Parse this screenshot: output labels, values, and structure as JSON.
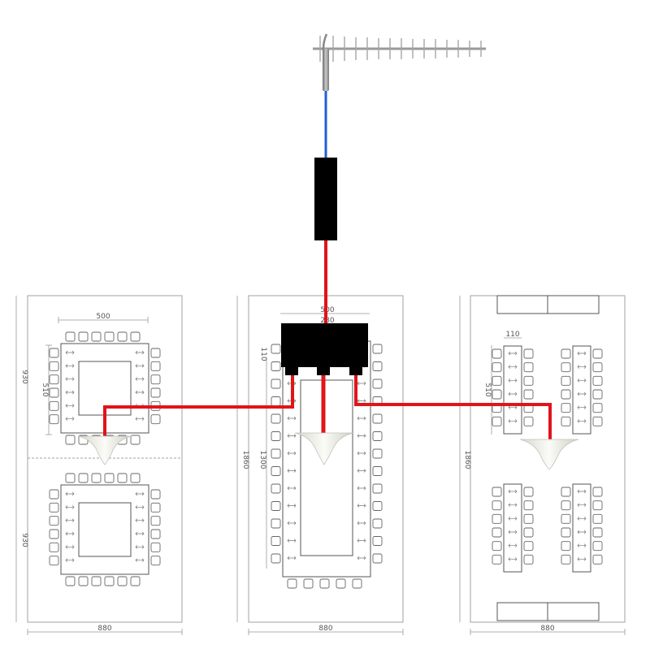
{
  "colors": {
    "cable_feed": "#e0141b",
    "cable_antenna": "#1f5fd6",
    "device": "#000000",
    "outline": "#9a9a9a",
    "dimension": "#888888",
    "table": "#666666"
  },
  "icons": [
    "yagi-antenna-icon",
    "ceiling-antenna-icon",
    "repeater-icon",
    "splitter-icon",
    "chair-icon",
    "table-icon"
  ],
  "rooms": [
    {
      "name": "left-room",
      "width_label": "880",
      "height_label_top": "930",
      "height_label_bottom": "930",
      "table_width_label": "500",
      "table_height_label": "510"
    },
    {
      "name": "center-room",
      "width_label": "880",
      "height_label": "1860",
      "table_height_label": "1300",
      "table_width_label_a": "500",
      "table_width_label_b": "280",
      "small_label": "110"
    },
    {
      "name": "right-room",
      "width_label": "880",
      "height_label": "1860",
      "table_width_label": "110",
      "table_height_label": "510"
    }
  ]
}
